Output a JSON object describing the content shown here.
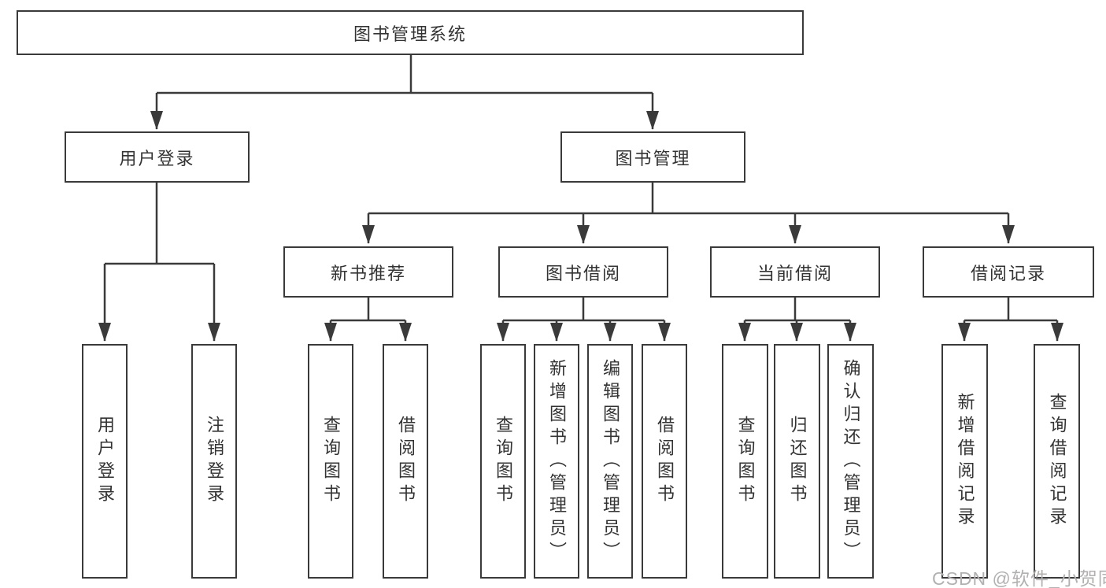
{
  "diagram": {
    "title": "图书管理系统",
    "branches": [
      {
        "label": "用户登录",
        "children": [
          {
            "label": "用户登录"
          },
          {
            "label": "注销登录"
          }
        ]
      },
      {
        "label": "图书管理",
        "children": [
          {
            "label": "新书推荐",
            "children": [
              {
                "label": "查询图书"
              },
              {
                "label": "借阅图书"
              }
            ]
          },
          {
            "label": "图书借阅",
            "children": [
              {
                "label": "查询图书"
              },
              {
                "label": "新增图书（管理员）"
              },
              {
                "label": "编辑图书（管理员）"
              },
              {
                "label": "借阅图书"
              }
            ]
          },
          {
            "label": "当前借阅",
            "children": [
              {
                "label": "查询图书"
              },
              {
                "label": "归还图书"
              },
              {
                "label": "确认归还（管理员）"
              }
            ]
          },
          {
            "label": "借阅记录",
            "children": [
              {
                "label": "新增借阅记录"
              },
              {
                "label": "查询借阅记录"
              }
            ]
          }
        ]
      }
    ]
  },
  "watermark": {
    "text": "CSDN @软件_小贺同学"
  },
  "colors": {
    "line": "#3a3a3a",
    "text": "#333333",
    "node_background": "#ffffff",
    "page_background": "#ffffff",
    "watermark": "#b3b0b0"
  }
}
